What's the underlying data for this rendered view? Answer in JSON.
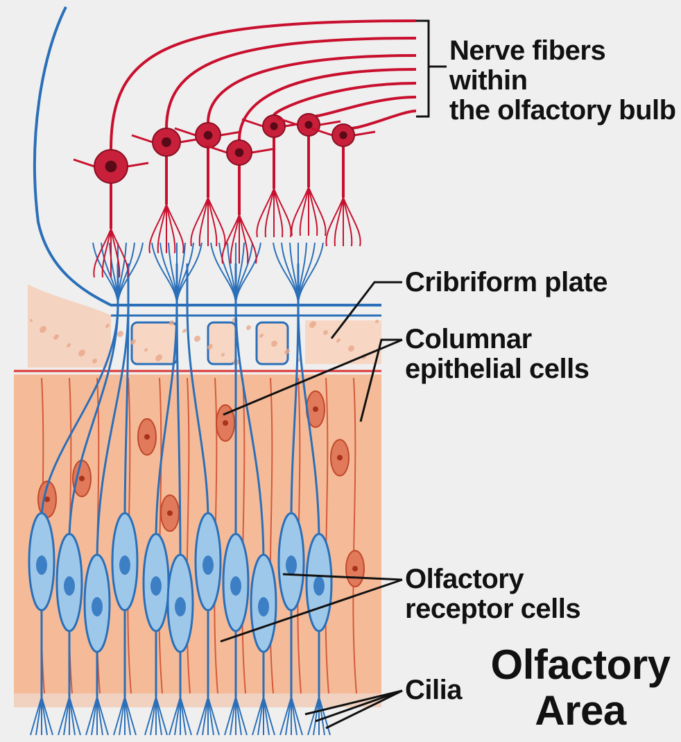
{
  "labels": {
    "nerve_fibers": {
      "line1": "Nerve fibers within",
      "line2": "the olfactory bulb"
    },
    "cribriform": "Cribriform plate",
    "columnar": {
      "line1": "Columnar",
      "line2": "epithelial cells"
    },
    "receptor": {
      "line1": "Olfactory",
      "line2": "receptor cells"
    },
    "cilia": "Cilia"
  },
  "title": {
    "line1": "Olfactory",
    "line2": "Area"
  },
  "colors": {
    "background": "#efefef",
    "nerve_red": "#c8102e",
    "receptor_blue": "#2a6fb8",
    "receptor_fill": "#9ec8ea",
    "epithelium": "#f3b08c",
    "bone": "#f6d7c6",
    "leader_line": "#111111"
  }
}
